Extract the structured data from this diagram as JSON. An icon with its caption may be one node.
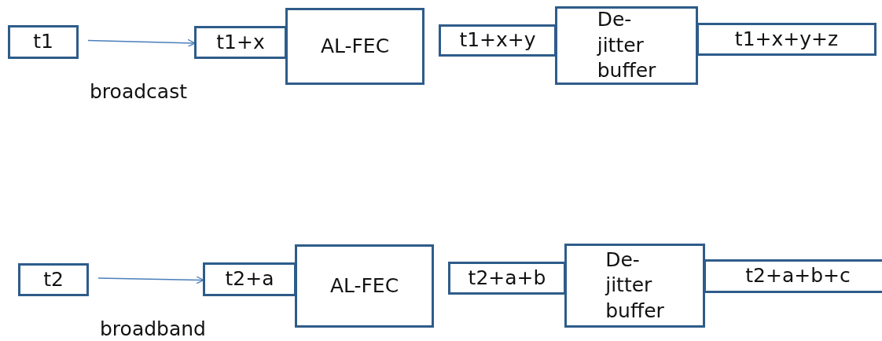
{
  "diagram": {
    "nodes": [
      {
        "text": [
          "t1"
        ]
      },
      {
        "text": [
          "t1+x"
        ]
      },
      {
        "text": [
          "AL-FEC"
        ]
      },
      {
        "text": [
          "t1+x+y"
        ]
      },
      {
        "text": [
          "De-jitter buffer"
        ]
      },
      {
        "text": [
          "t1+x+y+z"
        ]
      },
      {
        "text": [
          "t2"
        ]
      },
      {
        "text": [
          "t2+a"
        ]
      },
      {
        "text": [
          "AL-FEC"
        ]
      },
      {
        "text": [
          "t2+a+b"
        ]
      },
      {
        "text": [
          "De-jitter buffer"
        ]
      },
      {
        "text": [
          "t2+a+b+c"
        ]
      }
    ],
    "edges": [
      {
        "from": 0,
        "to": 1,
        "arrow": "to",
        "label": "broadcast"
      },
      {
        "from": 6,
        "to": 7,
        "arrow": "to",
        "label": "broadband"
      }
    ]
  }
}
